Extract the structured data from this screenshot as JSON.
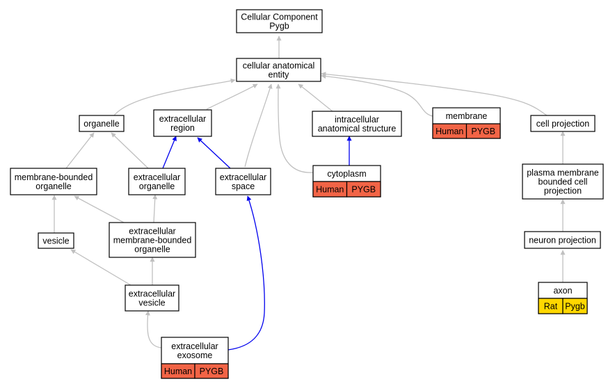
{
  "colors": {
    "edge_gray": "#c0c0c0",
    "edge_blue": "#0000ee",
    "human_tag": "#f26446",
    "rat_tag": "#ffd700"
  },
  "nodes": {
    "root": {
      "lines": [
        "Cellular Component",
        "Pygb"
      ]
    },
    "cae": {
      "lines": [
        "cellular anatomical",
        "entity"
      ]
    },
    "organelle": {
      "lines": [
        "organelle"
      ]
    },
    "ecregion": {
      "lines": [
        "extracellular",
        "region"
      ]
    },
    "ias": {
      "lines": [
        "intracellular",
        "anatomical structure"
      ]
    },
    "membrane": {
      "lines": [
        "membrane"
      ],
      "tags": [
        {
          "label": "Human",
          "kind": "human"
        },
        {
          "label": "PYGB",
          "kind": "human"
        }
      ]
    },
    "cellproj": {
      "lines": [
        "cell projection"
      ]
    },
    "mbo": {
      "lines": [
        "membrane-bounded",
        "organelle"
      ]
    },
    "ecorg": {
      "lines": [
        "extracellular",
        "organelle"
      ]
    },
    "ecspace": {
      "lines": [
        "extracellular",
        "space"
      ]
    },
    "cytoplasm": {
      "lines": [
        "cytoplasm"
      ],
      "tags": [
        {
          "label": "Human",
          "kind": "human"
        },
        {
          "label": "PYGB",
          "kind": "human"
        }
      ]
    },
    "pmbcp": {
      "lines": [
        "plasma membrane",
        "bounded cell",
        "projection"
      ]
    },
    "vesicle": {
      "lines": [
        "vesicle"
      ]
    },
    "ecmbo": {
      "lines": [
        "extracellular",
        "membrane-bounded",
        "organelle"
      ]
    },
    "neuronproj": {
      "lines": [
        "neuron projection"
      ]
    },
    "ecvesicle": {
      "lines": [
        "extracellular",
        "vesicle"
      ]
    },
    "axon": {
      "lines": [
        "axon"
      ],
      "tags": [
        {
          "label": "Rat",
          "kind": "rat"
        },
        {
          "label": "Pygb",
          "kind": "rat"
        }
      ]
    },
    "exosome": {
      "lines": [
        "extracellular",
        "exosome"
      ],
      "tags": [
        {
          "label": "Human",
          "kind": "human"
        },
        {
          "label": "PYGB",
          "kind": "human"
        }
      ]
    }
  },
  "edges": [
    {
      "from": "cae",
      "to": "root",
      "color": "gray"
    },
    {
      "from": "organelle",
      "to": "cae",
      "color": "gray"
    },
    {
      "from": "ecregion",
      "to": "cae",
      "color": "gray"
    },
    {
      "from": "ecspace",
      "to": "cae",
      "color": "gray"
    },
    {
      "from": "cytoplasm",
      "to": "cae",
      "color": "gray"
    },
    {
      "from": "ias",
      "to": "cae",
      "color": "gray"
    },
    {
      "from": "membrane",
      "to": "cae",
      "color": "gray"
    },
    {
      "from": "cellproj",
      "to": "cae",
      "color": "gray"
    },
    {
      "from": "mbo",
      "to": "organelle",
      "color": "gray"
    },
    {
      "from": "ecorg",
      "to": "organelle",
      "color": "gray"
    },
    {
      "from": "ecorg",
      "to": "ecregion",
      "color": "blue"
    },
    {
      "from": "ecspace",
      "to": "ecregion",
      "color": "blue"
    },
    {
      "from": "cytoplasm",
      "to": "ias",
      "color": "blue"
    },
    {
      "from": "pmbcp",
      "to": "cellproj",
      "color": "gray"
    },
    {
      "from": "vesicle",
      "to": "mbo",
      "color": "gray"
    },
    {
      "from": "ecmbo",
      "to": "mbo",
      "color": "gray"
    },
    {
      "from": "ecmbo",
      "to": "ecorg",
      "color": "gray"
    },
    {
      "from": "neuronproj",
      "to": "pmbcp",
      "color": "gray"
    },
    {
      "from": "ecvesicle",
      "to": "vesicle",
      "color": "gray"
    },
    {
      "from": "ecvesicle",
      "to": "ecmbo",
      "color": "gray"
    },
    {
      "from": "axon",
      "to": "neuronproj",
      "color": "gray"
    },
    {
      "from": "exosome",
      "to": "ecvesicle",
      "color": "gray"
    },
    {
      "from": "exosome",
      "to": "ecspace",
      "color": "blue"
    }
  ]
}
